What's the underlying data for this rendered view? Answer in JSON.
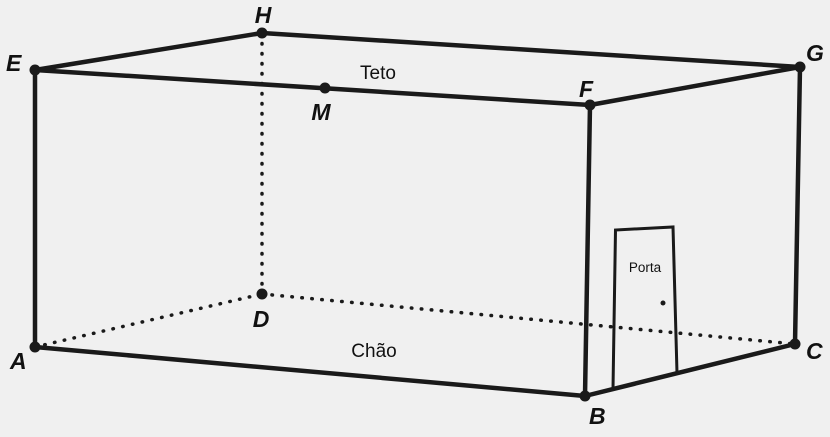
{
  "colors": {
    "background": "#f0f0f0",
    "line": "#1a1a1a"
  },
  "figure": {
    "vertex_labels": {
      "A": "A",
      "B": "B",
      "C": "C",
      "D": "D",
      "E": "E",
      "F": "F",
      "G": "G",
      "H": "H",
      "M": "M"
    },
    "region_labels": {
      "ceiling": "Teto",
      "floor": "Chão",
      "door": "Porta"
    },
    "structure": {
      "shape": "rectangular prism (room)",
      "solid_edges": [
        "EH",
        "HG",
        "GF",
        "EF",
        "AE",
        "BF",
        "CG",
        "AB",
        "BC"
      ],
      "dashed_edges": [
        "DH",
        "AD",
        "DC"
      ],
      "point_on_segment": {
        "point": "M",
        "segment": "EF"
      },
      "door_on_face": "BCGF"
    }
  }
}
